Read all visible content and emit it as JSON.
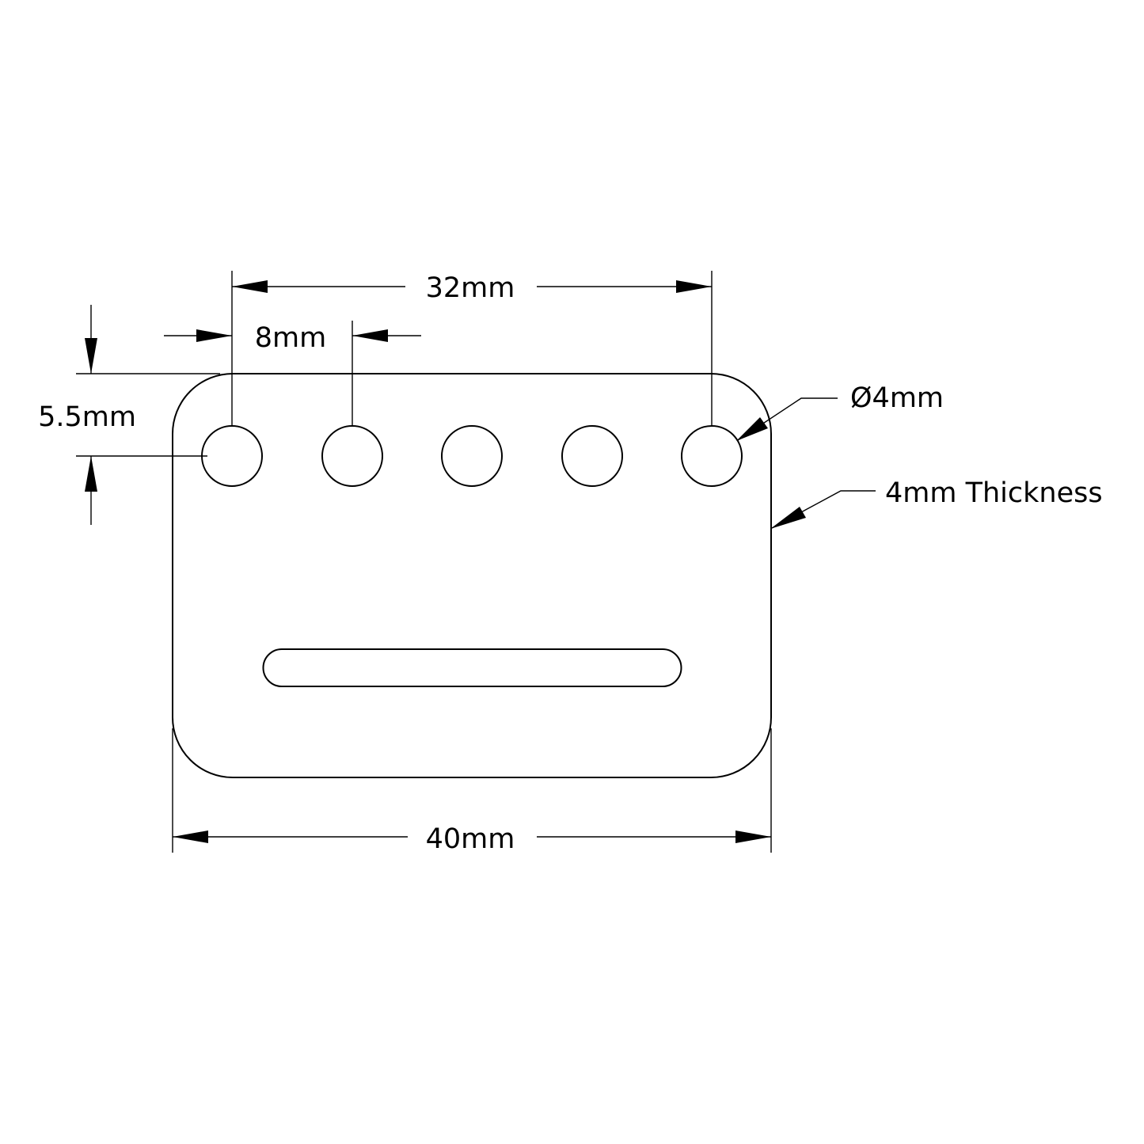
{
  "drawing": {
    "labels": {
      "hole_spacing_total": "32mm",
      "hole_pitch": "8mm",
      "edge_offset": "5.5mm",
      "hole_diameter": "Ø4mm",
      "thickness": "4mm Thickness",
      "overall_width": "40mm"
    },
    "hole_count": 5,
    "colors": {
      "line": "#000000",
      "background": "#ffffff"
    }
  }
}
